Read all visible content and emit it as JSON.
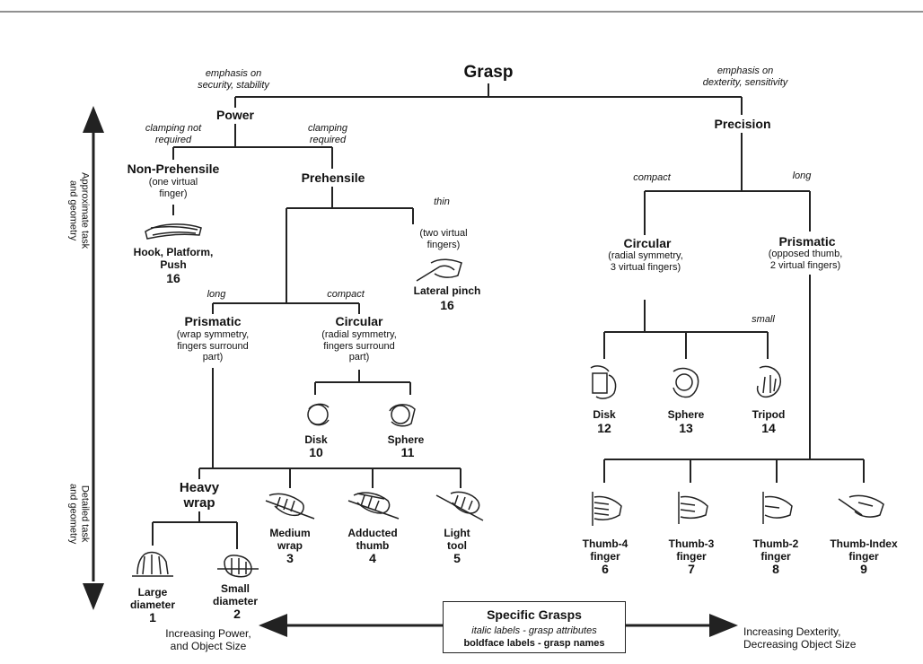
{
  "root": {
    "label": "Grasp"
  },
  "attrs": {
    "security": "emphasis on\nsecurity, stability",
    "dexterity": "emphasis on\ndexterity, sensitivity",
    "clamp_not": "clamping not\nrequired",
    "clamp_req": "clamping\nrequired",
    "thin": "thin",
    "long_left": "long",
    "compact_left": "compact",
    "compact_right": "compact",
    "long_right": "long",
    "small": "small"
  },
  "power": {
    "label": "Power"
  },
  "precision": {
    "label": "Precision"
  },
  "non_prehensile": {
    "label": "Non-Prehensile",
    "sub": "(one virtual\nfinger)"
  },
  "prehensile": {
    "label": "Prehensile"
  },
  "hook": {
    "name": "Hook, Platform,\nPush",
    "num": "16"
  },
  "two_vf": {
    "sub": "(two virtual\nfingers)"
  },
  "lateral": {
    "name": "Lateral pinch",
    "num": "16"
  },
  "power_prismatic": {
    "label": "Prismatic",
    "sub": "(wrap symmetry,\nfingers surround\npart)"
  },
  "power_circular": {
    "label": "Circular",
    "sub": "(radial symmetry,\nfingers surround\npart)"
  },
  "disk10": {
    "name": "Disk",
    "num": "10"
  },
  "sphere11": {
    "name": "Sphere",
    "num": "11"
  },
  "heavy_wrap": {
    "label": "Heavy\nwrap"
  },
  "large_diam": {
    "name": "Large\ndiameter",
    "num": "1"
  },
  "small_diam": {
    "name": "Small\ndiameter",
    "num": "2"
  },
  "medium_wrap": {
    "name": "Medium\nwrap",
    "num": "3"
  },
  "adducted": {
    "name": "Adducted\nthumb",
    "num": "4"
  },
  "light_tool": {
    "name": "Light\ntool",
    "num": "5"
  },
  "prec_circular": {
    "label": "Circular",
    "sub": "(radial symmetry,\n3 virtual fingers)"
  },
  "prec_prismatic": {
    "label": "Prismatic",
    "sub": "(opposed thumb,\n2 virtual fingers)"
  },
  "disk12": {
    "name": "Disk",
    "num": "12"
  },
  "sphere13": {
    "name": "Sphere",
    "num": "13"
  },
  "tripod14": {
    "name": "Tripod",
    "num": "14"
  },
  "thumb4": {
    "name": "Thumb-4\nfinger",
    "num": "6"
  },
  "thumb3": {
    "name": "Thumb-3\nfinger",
    "num": "7"
  },
  "thumb2": {
    "name": "Thumb-2\nfinger",
    "num": "8"
  },
  "thumbidx": {
    "name": "Thumb-Index\nfinger",
    "num": "9"
  },
  "axis": {
    "top": "Approximate task\nand geometry",
    "bottom": "Detailed task\nand geometry"
  },
  "legend": {
    "title": "Specific Grasps",
    "line1": "italic labels - grasp attributes",
    "line2": "boldface labels - grasp names"
  },
  "bottom_left": "Increasing Power,\nand Object Size",
  "bottom_right": "Increasing Dexterity,\nDecreasing Object Size",
  "colors": {
    "ink": "#111111",
    "background": "#ffffff"
  }
}
